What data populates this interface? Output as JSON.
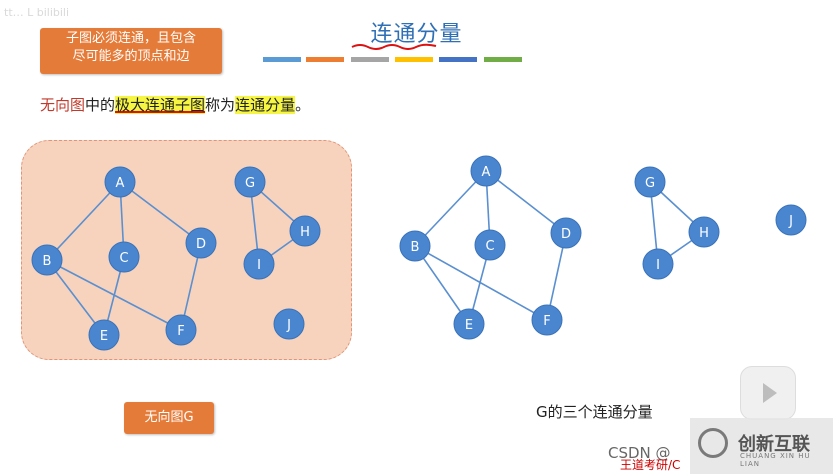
{
  "title": "连通分量",
  "top_left_mark": "tt… L  bilibili",
  "callouts": {
    "top_line1": "子图必须连通，且包含",
    "top_line2": "尽可能多的顶点和边",
    "bottom": "无向图G"
  },
  "statement": {
    "part1": "无向图",
    "part2": "中的",
    "part3": "极大连通子图",
    "part4": "称为",
    "part5": "连通分量",
    "part6": "。"
  },
  "caption": "G的三个连通分量",
  "watermark": {
    "csdn": "CSDN @",
    "tag": "王道考研/C",
    "logo_main": "创新互联",
    "logo_sub": "CHUANG XIN HU LIAN"
  },
  "colors": {
    "node_fill": "#4a86d0",
    "edge": "#5a8fd0",
    "region_fill": "#f7d3bd",
    "callout": "#e57b39",
    "title": "#2f6fb5",
    "color_bars": [
      "#5b9bd5",
      "#ed7d31",
      "#a5a5a5",
      "#ffc000",
      "#4472c4",
      "#70ad47"
    ]
  },
  "graph_left": {
    "nodes": [
      "A",
      "B",
      "C",
      "D",
      "E",
      "F",
      "G",
      "H",
      "I",
      "J"
    ],
    "edges": [
      [
        "A",
        "B"
      ],
      [
        "A",
        "C"
      ],
      [
        "A",
        "D"
      ],
      [
        "B",
        "E"
      ],
      [
        "B",
        "F"
      ],
      [
        "C",
        "E"
      ],
      [
        "D",
        "F"
      ],
      [
        "G",
        "H"
      ],
      [
        "G",
        "I"
      ],
      [
        "H",
        "I"
      ]
    ]
  },
  "graph_right": {
    "nodes": [
      "A",
      "B",
      "C",
      "D",
      "E",
      "F",
      "G",
      "H",
      "I",
      "J"
    ],
    "edges": [
      [
        "A",
        "B"
      ],
      [
        "A",
        "C"
      ],
      [
        "A",
        "D"
      ],
      [
        "B",
        "E"
      ],
      [
        "B",
        "F"
      ],
      [
        "C",
        "E"
      ],
      [
        "D",
        "F"
      ],
      [
        "G",
        "H"
      ],
      [
        "G",
        "I"
      ],
      [
        "H",
        "I"
      ]
    ]
  }
}
